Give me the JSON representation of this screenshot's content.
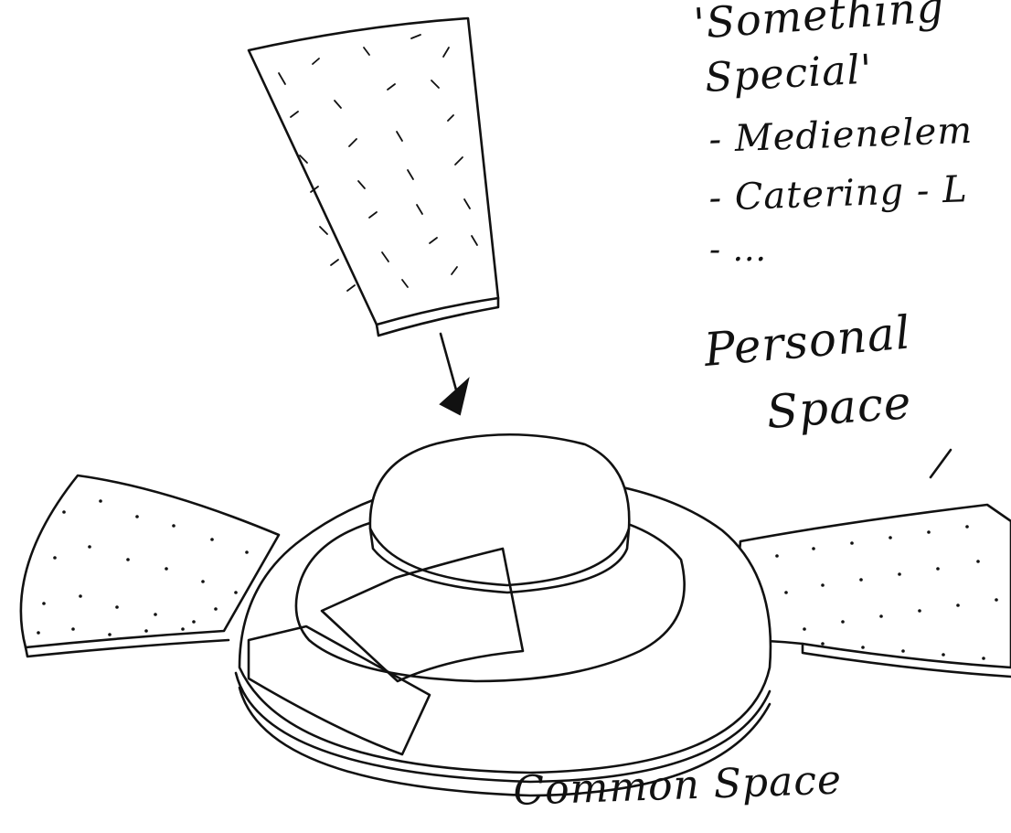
{
  "notes": {
    "title_line1": "'Something",
    "title_line2": "Special'",
    "items": [
      "- Medienelem",
      "- Catering - L",
      "- ..."
    ]
  },
  "labels": {
    "personal_line1": "Personal",
    "personal_line2": "Space",
    "common": "Common Space"
  },
  "colors": {
    "ink": "#111111",
    "paper": "#ffffff"
  }
}
